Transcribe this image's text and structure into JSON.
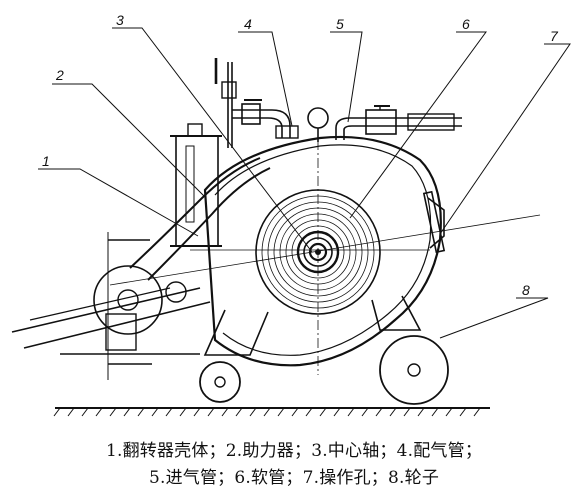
{
  "labels": [
    {
      "id": "1",
      "text": "1"
    },
    {
      "id": "2",
      "text": "2"
    },
    {
      "id": "3",
      "text": "3"
    },
    {
      "id": "4",
      "text": "4"
    },
    {
      "id": "5",
      "text": "5"
    },
    {
      "id": "6",
      "text": "6"
    },
    {
      "id": "7",
      "text": "7"
    },
    {
      "id": "8",
      "text": "8"
    }
  ],
  "caption": {
    "line1": "1.翻转器壳体；2.助力器；3.中心轴；4.配气管；",
    "line2": "5.进气管；6.软管；7.操作孔；8.轮子"
  }
}
